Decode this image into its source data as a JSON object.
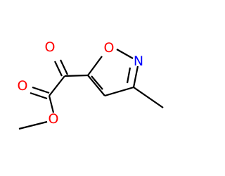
{
  "molecule": {
    "atoms": {
      "ketone_oxygen": "O",
      "ring_oxygen": "O",
      "ring_nitrogen": "N",
      "ester_carbonyl_oxygen": "O",
      "ester_oxygen": "O"
    },
    "colors": {
      "bond": "#000000",
      "oxygen": "#ff0000",
      "nitrogen": "#0000ff",
      "background": "#ffffff"
    }
  }
}
